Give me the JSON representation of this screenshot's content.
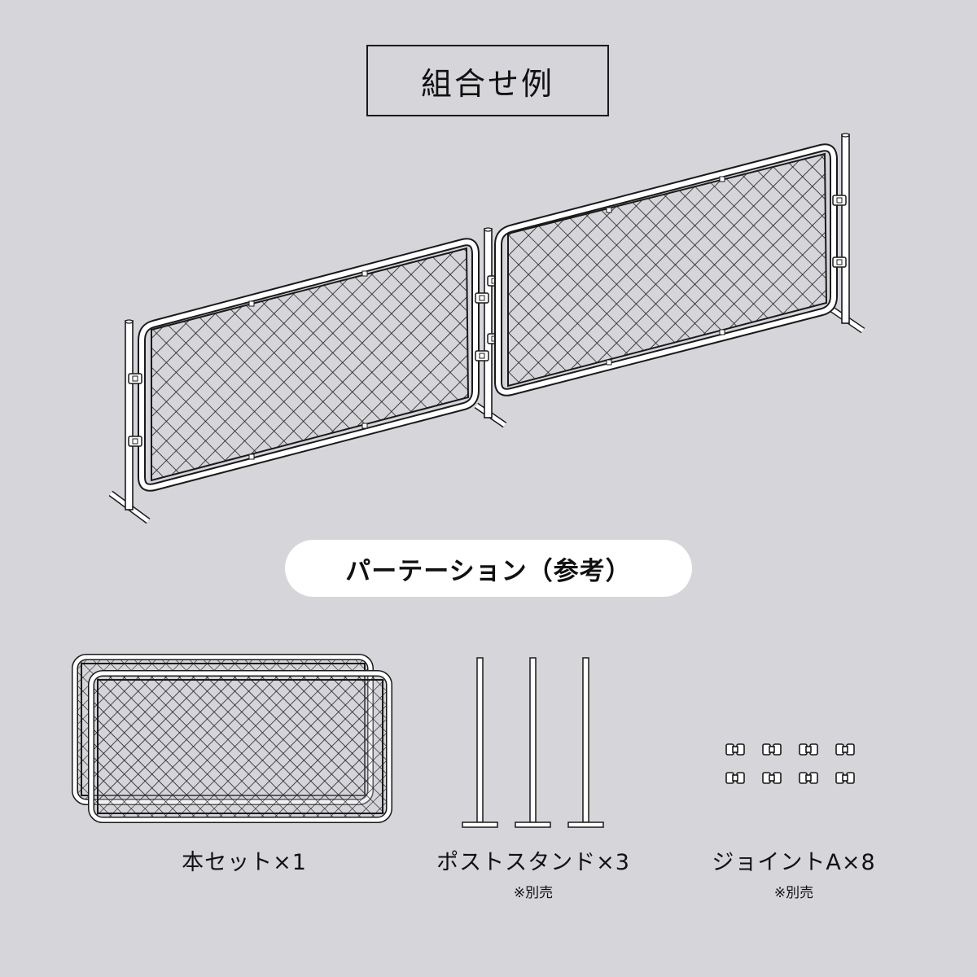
{
  "header": {
    "title": "組合せ例"
  },
  "example": {
    "label": "パーテーション（参考）",
    "illustration": "two-mesh-partition-panels-joined-by-post-stands"
  },
  "parts": [
    {
      "label": "本セット×1",
      "note": "",
      "icon": "mesh-panel-pair-icon"
    },
    {
      "label": "ポストスタンド×3",
      "note": "※別売",
      "icon": "post-stand-icon"
    },
    {
      "label": "ジョイントA×8",
      "note": "※別売",
      "icon": "joint-clamp-icon"
    }
  ],
  "colors": {
    "background": "#d5d5da",
    "line": "#1a1a1a",
    "pill": "#ffffff"
  }
}
